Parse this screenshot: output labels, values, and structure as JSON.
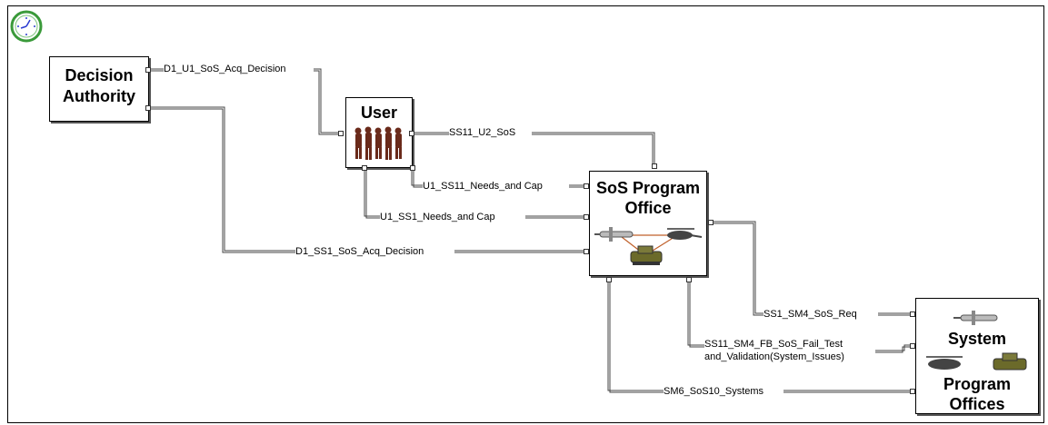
{
  "diagram": {
    "nodes": {
      "decision_authority": {
        "title_line1": "Decision",
        "title_line2": "Authority"
      },
      "user": {
        "title": "User"
      },
      "sos_program_office": {
        "title_line1": "SoS Program",
        "title_line2": "Office"
      },
      "system_program_offices": {
        "title_line1": "System",
        "title_line2": "Program",
        "title_line3": "Offices"
      }
    },
    "connections": {
      "d1_u1": "D1_U1_SoS_Acq_Decision",
      "ss11_u2": "SS11_U2_SoS",
      "u1_ss11": "U1_SS11_Needs_and Cap",
      "u1_ss1": "U1_SS1_Needs_and Cap",
      "d1_ss1": "D1_SS1_SoS_Acq_Decision",
      "ss1_sm4": "SS1_SM4_SoS_Req",
      "ss11_sm4_line1": "SS11_SM4_FB_SoS_Fail_Test",
      "ss11_sm4_line2": "and_Validation(System_Issues)",
      "sm6_sos10": "SM6_SoS10_Systems"
    },
    "icons": [
      "clock-icon",
      "soldiers-icon",
      "uav-icon",
      "helicopter-icon",
      "tank-icon"
    ]
  }
}
